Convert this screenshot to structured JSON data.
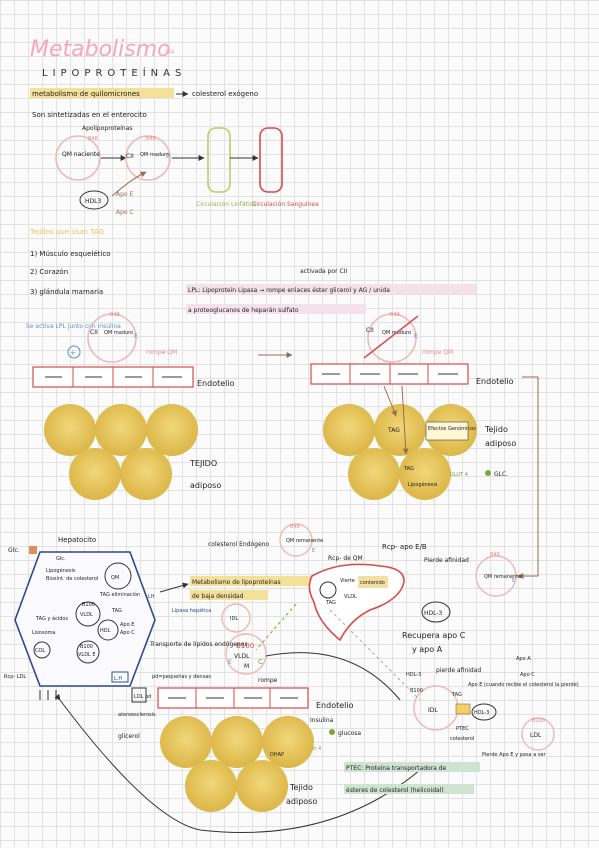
{
  "title": "Metabolismo",
  "title_tag": "U4",
  "subtitle": "LIPOPROTEÍNAS",
  "header": {
    "quilo_highlight": "metabolismo de quilomicrones",
    "quilo_arrow_text": "colesterol exógeno",
    "sintetizadas": "Son sintetizadas en el enterocito"
  },
  "top_diagram": {
    "apolipoproteinas": "Apolipoproteínas",
    "b48_a": "B48",
    "qm_naciente": "QM naciente",
    "b48_b": "B48",
    "cii_a": "CII",
    "qm_maduro": "QM maduro",
    "e_a": "E",
    "hdl3": "HDL3",
    "apo_e": "Apo E",
    "apo_c": "Apo C",
    "circ_linfatica": "Circulación Linfática",
    "circ_sanguinea": "Circulación Sanguínea"
  },
  "tejidos": {
    "heading": "Tejidos que usan TAG",
    "item1": "1) Músculo esquelético",
    "item2": "2) Corazón",
    "item3": "3) glándula mamaria"
  },
  "lpl": {
    "activada": "activada por CII",
    "line1": "LPL: Lipoprotein Lipasa → rompe enlaces éster glicerol y AG / unida",
    "line2": "a proteoglucanos de heparán sulfato"
  },
  "middle_left": {
    "se_activa": "Se activa LPL junto con insulina",
    "b48": "B48",
    "cii": "CII",
    "qm_maduro": "QM maduro",
    "e": "E",
    "rompe_qm": "rompe QM",
    "endotelio": "Endotelio",
    "tejido": "TEJIDO",
    "adiposo": "adiposo"
  },
  "middle_right": {
    "b48": "B48",
    "cii": "CII",
    "qm_maduro": "QM maduro",
    "e": "E",
    "rompe_qm": "rompe QM",
    "endotelio": "Endotelio",
    "tag": "TAG",
    "efectos": "Efectos Genómicos",
    "tag2": "TAG",
    "lipogenesis": "Lipogénesis",
    "glut4": "GLUT 4",
    "glc": "GLC.",
    "tejido": "Tejido",
    "adiposo": "adiposo"
  },
  "hepatocito": {
    "title": "Hepatocito",
    "glc_outer": "Glc.",
    "glc_inner": "Glc.",
    "lipogenesis": "Lipogénesis",
    "biosintesis": "Biosínt. de colesterol",
    "qm": "QM",
    "tag_elim": "TAG eliminación",
    "b100": "B100",
    "vldl": "VLDL",
    "tag": "TAG",
    "lh": "LH",
    "tag_acidos": "TAG y ácidos",
    "lisosoma": "Lisosoma",
    "hdl": "HDL",
    "apo_e": "Apo E",
    "apo_c": "Apo C",
    "col": "COL",
    "b100b": "B100",
    "vldl_e": "VLDL E",
    "lh2": "L.H",
    "rcp_ldl": "Rcp- LDL",
    "ldl": "LDL"
  },
  "center_block": {
    "colesterol_endogeno": "colesterol Endógeno",
    "highlight1": "Metabolismo de lipoproteínas",
    "highlight2": "de baja densidad",
    "lipasa_hepatica": "Lipasa hepática",
    "idl": "IDL",
    "b100": "B100",
    "vldl": "VLDL",
    "m": "M",
    "e": "E",
    "c": "C",
    "transporte": "Transporte de lípidos endógenos",
    "pd": "pd=pequeñas y densas",
    "ldl_pd": "LDL pd",
    "ateroesclerosis": "ateroesclerosis",
    "rompe": "rompe",
    "endotelio": "Endotelio",
    "glicerol": "glicerol",
    "insulina": "Insulina",
    "glucosa": "glucosa",
    "glut4": "Glut 4",
    "dhap": "DHAP",
    "tejido": "Tejido",
    "adiposo": "adiposo"
  },
  "liver": {
    "b48": "B48",
    "qm_remanente": "QM remanente",
    "e": "E",
    "rcp_qm": "Rcp- de QM",
    "rcp_apo": "Rcp- apo E/B",
    "vierte": "Vierte",
    "contenido": "contenido",
    "tag": "TAG",
    "vldl": "VLDL"
  },
  "right_block": {
    "pierde": "Pierde afinidad",
    "b48": "B48",
    "qm_remanente": "QM remanente",
    "e": "E",
    "hdl3": "HDL-3",
    "recupera1": "Recupera apo C",
    "recupera2": "y apo A",
    "hdl3b": "HDL-3",
    "pierde_afinidad": "pierde afinidad",
    "apo_a": "Apo A",
    "apo_c": "Apo C",
    "apo_e_cuando": "Apo E (cuando recibe el colesterol la pierde)",
    "b100": "B100",
    "idl": "IDL",
    "tag": "TAG",
    "hdl3c": "HDL-3",
    "ptec": "PTEC",
    "colesterol": "colesterol",
    "b100b": "B100",
    "ldl": "LDL",
    "pierde_apo": "Pierde Apo E y pasa a ser",
    "ptec_line1": "PTEC: Proteína transportadora de",
    "ptec_line2": "ésteres de colesterol (helicoidal)"
  }
}
